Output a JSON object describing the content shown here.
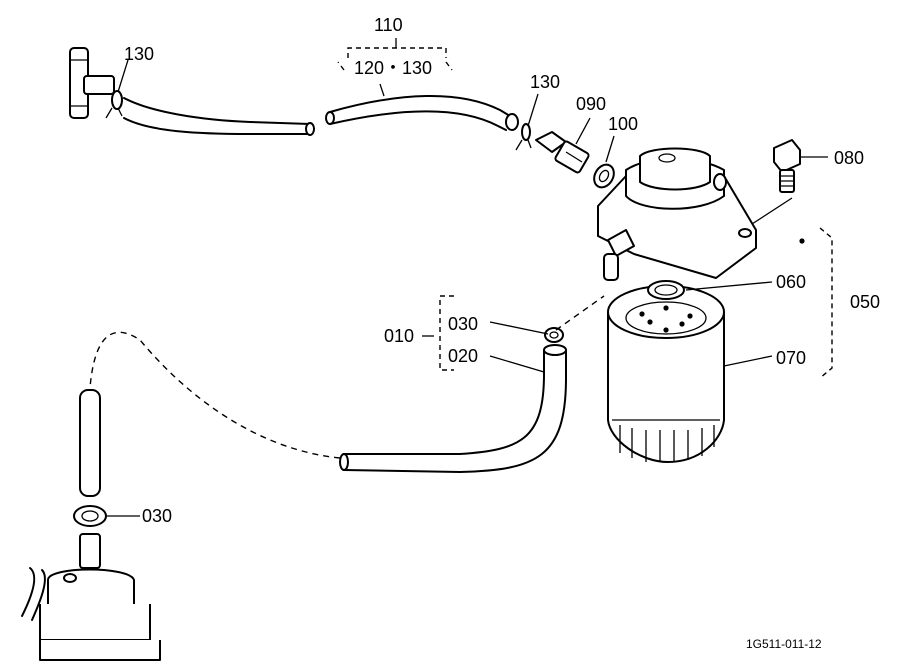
{
  "labels": {
    "l110": "110",
    "l120_130": "120・130",
    "l130_top_left": "130",
    "l130_mid": "130",
    "l090": "090",
    "l100": "100",
    "l080": "080",
    "l060": "060",
    "l050": "050",
    "l070": "070",
    "l010": "010",
    "l030_upper": "030",
    "l020": "020",
    "l030_lower": "030"
  },
  "drawing_code": "1G511-011-12"
}
